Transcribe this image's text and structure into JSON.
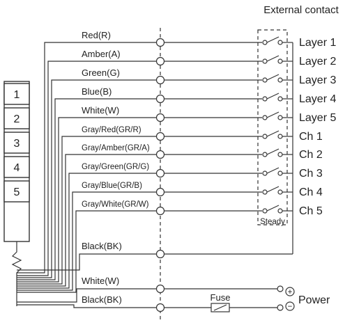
{
  "title": "External contact",
  "tower_layers": [
    "1",
    "2",
    "3",
    "4",
    "5"
  ],
  "signal_wires": [
    {
      "wire": "Red(R)",
      "output": "Layer 1"
    },
    {
      "wire": "Amber(A)",
      "output": "Layer 2"
    },
    {
      "wire": "Green(G)",
      "output": "Layer 3"
    },
    {
      "wire": "Blue(B)",
      "output": "Layer 4"
    },
    {
      "wire": "White(W)",
      "output": "Layer 5"
    },
    {
      "wire": "Gray/Red(GR/R)",
      "output": "Ch 1"
    },
    {
      "wire": "Gray/Amber(GR/A)",
      "output": "Ch 2"
    },
    {
      "wire": "Gray/Green(GR/G)",
      "output": "Ch 3"
    },
    {
      "wire": "Gray/Blue(GR/B)",
      "output": "Ch 4"
    },
    {
      "wire": "Gray/White(GR/W)",
      "output": "Ch 5"
    }
  ],
  "common_wire": "Black(BK)",
  "steady_label": "Steady",
  "power": {
    "label": "Power",
    "plus": "+",
    "minus": "−",
    "wires": [
      "White(W)",
      "Black(BK)"
    ],
    "fuse_label": "Fuse"
  }
}
